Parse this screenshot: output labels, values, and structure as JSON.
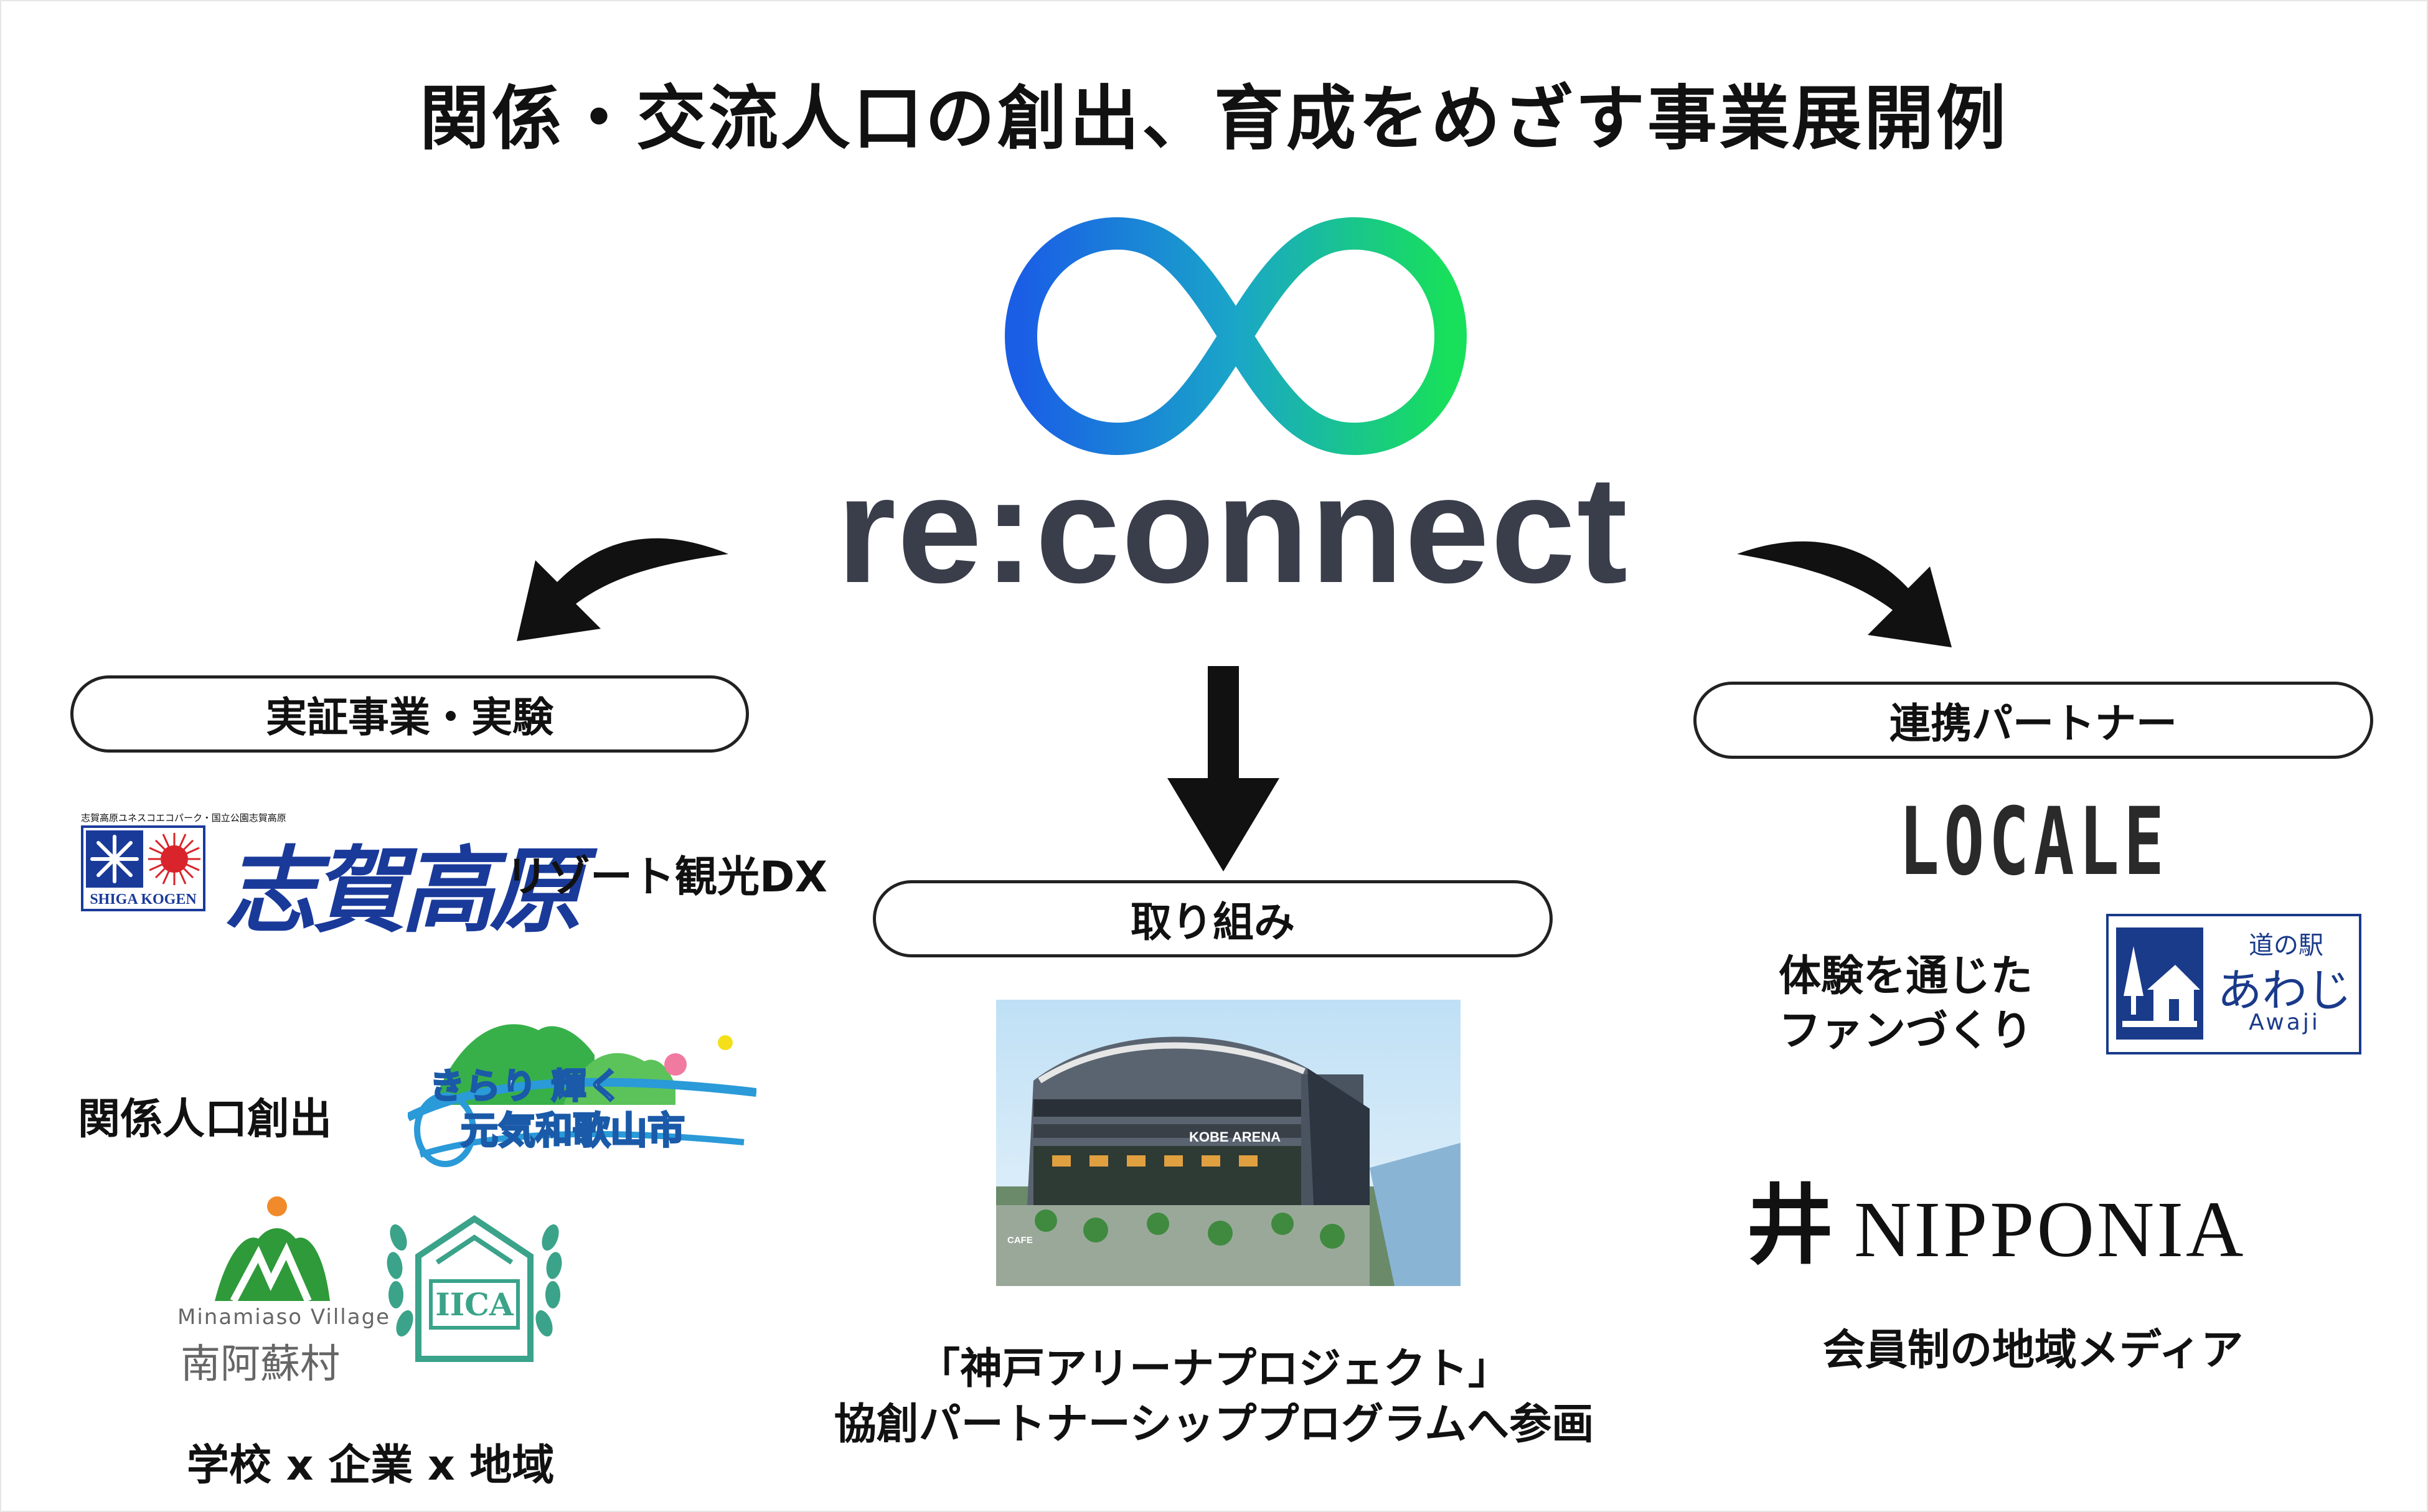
{
  "title": "関係・交流人口の創出、育成をめざす事業展開例",
  "brand": {
    "name": "re:connect",
    "gradient_start": "#1a5ee6",
    "gradient_end": "#18e05a",
    "text_color": "#3a3d4a"
  },
  "sections": {
    "left": {
      "label": "実証事業・実験"
    },
    "center": {
      "label": "取り組み"
    },
    "right": {
      "label": "連携パートナー"
    }
  },
  "left_items": {
    "shiga_caption_small": "志賀高原ユネスコエコパーク・国立公園志賀高原",
    "shiga_en": "SHIGA KOGEN",
    "shiga_jp": "志賀高原",
    "shiga_desc": "リゾート観光DX",
    "wakayama_desc": "関係人口創出",
    "wakayama_logo_line1": "きらり 輝く",
    "wakayama_logo_line2": "元気和歌山市",
    "minamiaso_en": "Minamiaso Village",
    "minamiaso_jp": "南阿蘇村",
    "iica": "IICA",
    "bottom_desc": "学校 x 企業 x 地域"
  },
  "center_items": {
    "arena_sign": "KOBE ARENA",
    "arena_cafe": "CAFE",
    "caption_line1": "「神戸アリーナプロジェクト」",
    "caption_line2": "協創パートナーシッププログラムへ参画"
  },
  "right_items": {
    "locale": "LOCALE",
    "desc_line1": "体験を通じた",
    "desc_line2": "ファンづくり",
    "awaji_top": "道の駅",
    "awaji_jp": "あわじ",
    "awaji_en": "Awaji",
    "nipponia_mark": "井",
    "nipponia": "NIPPONIA",
    "media_desc": "会員制の地域メディア"
  },
  "icons": [
    "infinity-icon",
    "curved-arrow-left-icon",
    "down-arrow-icon",
    "curved-arrow-right-icon",
    "snowflake-icon",
    "sun-icon",
    "mountain-icon",
    "laurel-icon",
    "tree-icon",
    "house-icon"
  ]
}
